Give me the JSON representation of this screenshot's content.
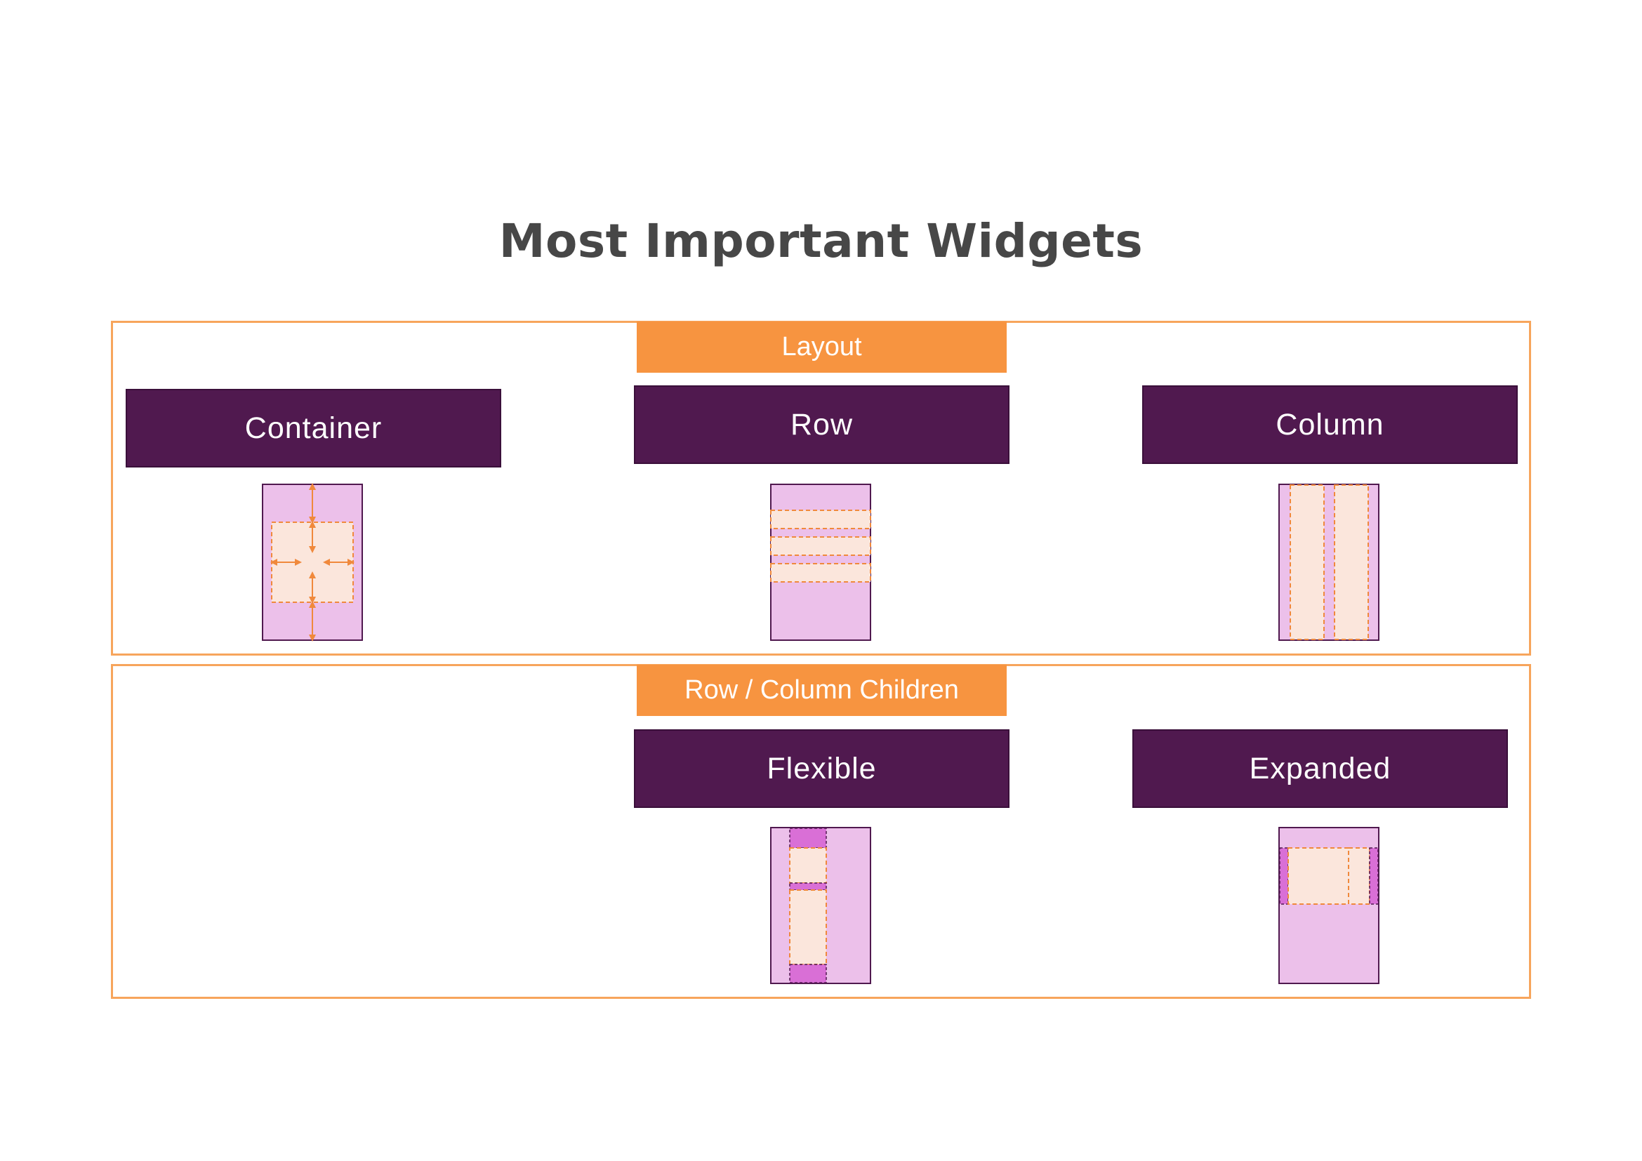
{
  "title": "Most Important Widgets",
  "sections": [
    {
      "label": "Layout",
      "widgets": [
        {
          "name": "Container",
          "illustration": "container-padding-arrows"
        },
        {
          "name": "Row",
          "illustration": "row-stacked-bands"
        },
        {
          "name": "Column",
          "illustration": "column-vertical-strips"
        }
      ]
    },
    {
      "label": "Row / Column Children",
      "widgets": [
        {
          "name": "Flexible",
          "illustration": "flexible-children"
        },
        {
          "name": "Expanded",
          "illustration": "expanded-children"
        }
      ]
    }
  ],
  "colors": {
    "widget_fill": "#50194f",
    "section_fill": "#f79440",
    "panel_border": "#f7a55c",
    "illustration_bg": "#ecc0ea",
    "child_fill": "#fbe6dc",
    "accent_arrow": "#f0893c",
    "highlight": "#d96fd6",
    "title_text": "#474747"
  }
}
